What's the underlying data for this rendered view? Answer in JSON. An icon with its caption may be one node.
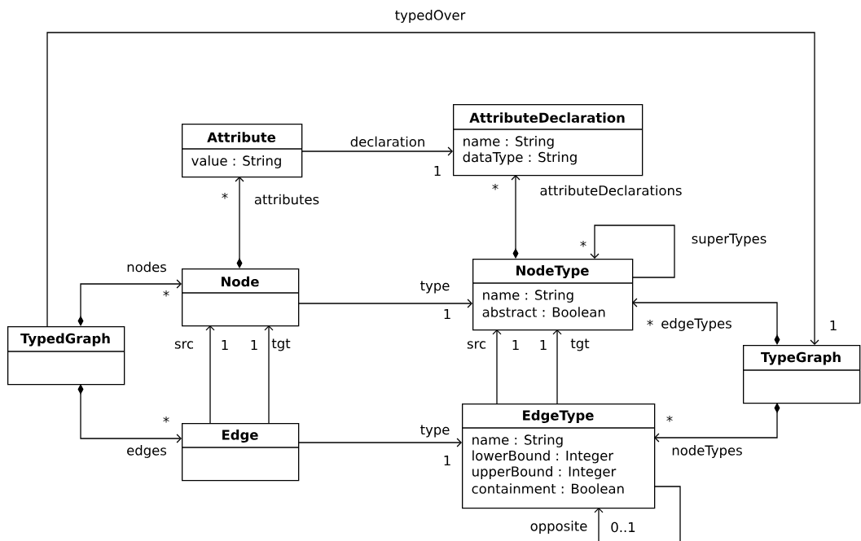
{
  "diagram": {
    "nodes": [
      {
        "text": [
          "Attribute",
          "value : String"
        ]
      },
      {
        "text": [
          "AttributeDeclaration",
          "name : String",
          "dataType : String"
        ]
      },
      {
        "text": [
          "Node"
        ]
      },
      {
        "text": [
          "NodeType",
          "name : String",
          "abstract : Boolean"
        ]
      },
      {
        "text": [
          "TypedGraph"
        ]
      },
      {
        "text": [
          "TypeGraph"
        ]
      },
      {
        "text": [
          "Edge"
        ]
      },
      {
        "text": [
          "EdgeType",
          "name : String",
          "lowerBound : Integer",
          "upperBound : Integer",
          "containment : Boolean"
        ]
      }
    ],
    "edges": [
      {
        "from": 4,
        "to": 5,
        "arrow": "to",
        "label": "typedOver"
      },
      {
        "from": 0,
        "to": 1,
        "arrow": "to",
        "label": "declaration"
      },
      {
        "from": 2,
        "to": 0,
        "arrow": "to",
        "label": "attributes"
      },
      {
        "from": 3,
        "to": 1,
        "arrow": "to",
        "label": "attributeDeclarations"
      },
      {
        "from": 3,
        "to": 3,
        "arrow": "to",
        "label": "superTypes"
      },
      {
        "from": 4,
        "to": 2,
        "arrow": "to",
        "label": "nodes"
      },
      {
        "from": 2,
        "to": 3,
        "arrow": "to",
        "label": "type"
      },
      {
        "from": 5,
        "to": 3,
        "arrow": "to",
        "label": "edgeTypes"
      },
      {
        "from": 6,
        "to": 2,
        "arrow": "to",
        "label": "src"
      },
      {
        "from": 6,
        "to": 2,
        "arrow": "to",
        "label": "tgt"
      },
      {
        "from": 4,
        "to": 6,
        "arrow": "to",
        "label": "edges"
      },
      {
        "from": 6,
        "to": 7,
        "arrow": "to",
        "label": "type"
      },
      {
        "from": 7,
        "to": 3,
        "arrow": "to",
        "label": "src"
      },
      {
        "from": 7,
        "to": 3,
        "arrow": "to",
        "label": "tgt"
      },
      {
        "from": 5,
        "to": 7,
        "arrow": "to",
        "label": "nodeTypes"
      },
      {
        "from": 7,
        "to": 7,
        "arrow": "to",
        "label": "opposite"
      }
    ],
    "labels": [
      "1",
      "*",
      "*",
      "*",
      "*",
      "1",
      "*",
      "1",
      "1",
      "1",
      "1",
      "1",
      "*",
      "*",
      "1",
      "0..1"
    ]
  }
}
